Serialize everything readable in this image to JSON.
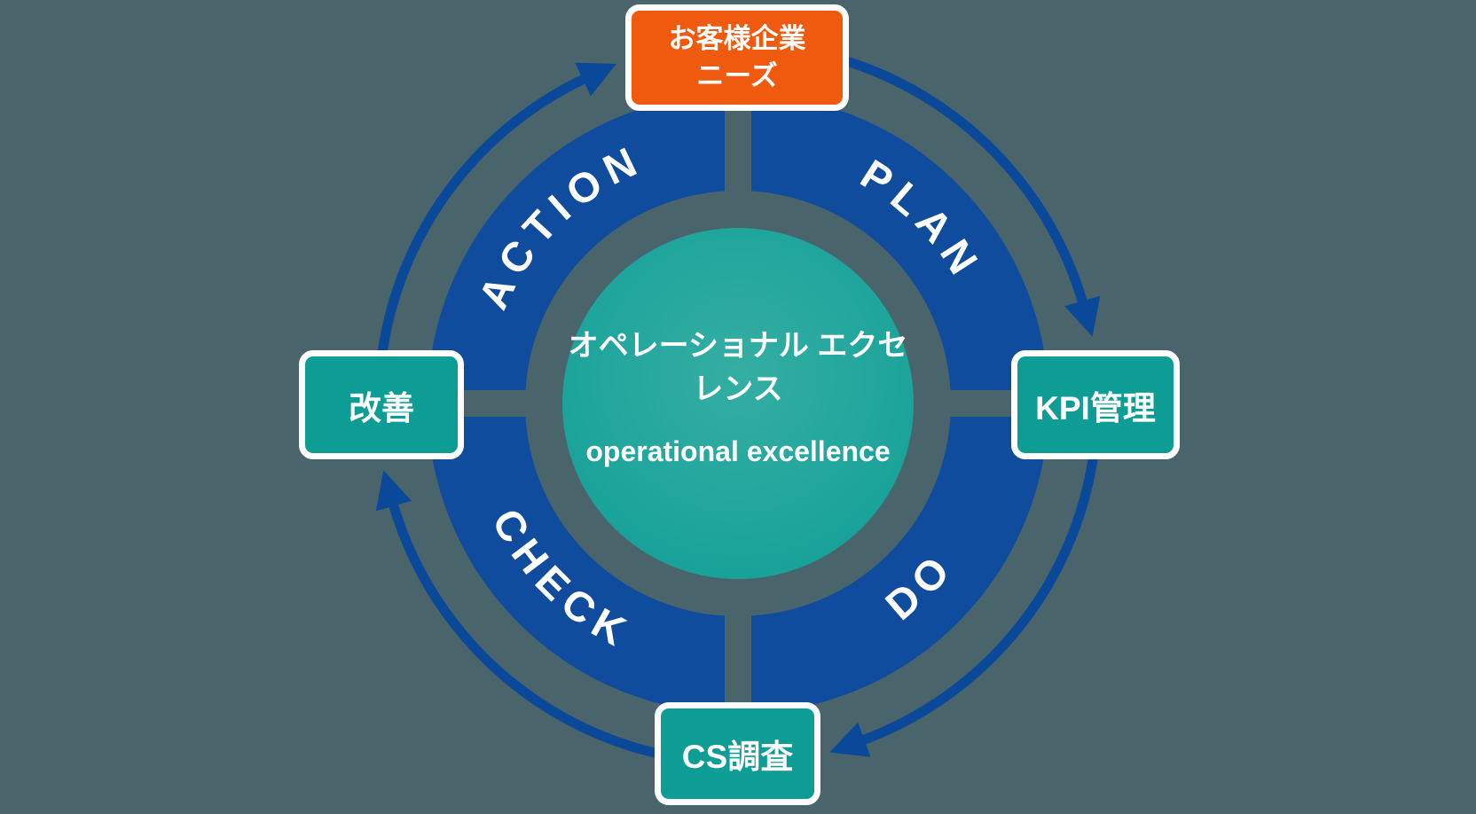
{
  "background_color": "#4A646C",
  "center": {
    "jp_line1": "オペレーショナル",
    "jp_line2": "エクセレンス",
    "en_line1": "operational",
    "en_line2": "excellence",
    "fill_inner": "#35AEA3",
    "fill_outer": "#13A098"
  },
  "ring": {
    "color": "#0F4C9E",
    "label_color": "#FFFFFF",
    "labels": {
      "plan": "PLAN",
      "do": "DO",
      "check": "CHECK",
      "action": "ACTION"
    }
  },
  "arrows": {
    "color": "#0A4899",
    "direction": "clockwise"
  },
  "nodes": [
    {
      "id": "customer-needs",
      "position": "top",
      "lines": [
        "お客様企業",
        "ニーズ"
      ],
      "fill": "#EF5A0F",
      "text_color": "#FFFFFF"
    },
    {
      "id": "kpi-management",
      "position": "right",
      "lines": [
        "KPI管理"
      ],
      "fill": "#0E9D94",
      "text_color": "#FFFFFF"
    },
    {
      "id": "cs-survey",
      "position": "bottom",
      "lines": [
        "CS調査"
      ],
      "fill": "#0E9D94",
      "text_color": "#FFFFFF"
    },
    {
      "id": "improvement",
      "position": "left",
      "lines": [
        "改善"
      ],
      "fill": "#0E9D94",
      "text_color": "#FFFFFF"
    }
  ]
}
